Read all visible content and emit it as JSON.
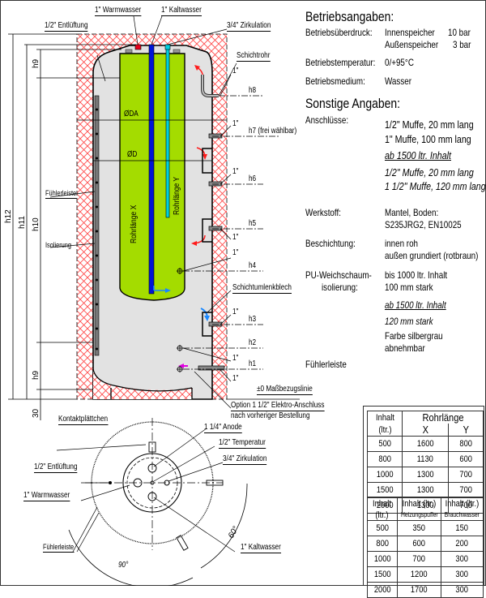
{
  "colors": {
    "inner_tank": "#a4dc00",
    "shell": "#e2e2e2",
    "insulation_hatch": "#ff4b4b",
    "cold_pipe": "#0015d8",
    "circulation_pipe": "#00d0e0",
    "warm_marker": "#e8001c",
    "flow_arrow_red": "#ff1a1a",
    "flow_arrow_blue": "#1a88ff",
    "flow_arrow_magenta": "#e000e0"
  },
  "drawing": {
    "top_labels": {
      "warmwasser": "1\" Warmwasser",
      "kaltwasser": "1\" Kaltwasser",
      "entlueftung": "1/2\" Entlüftung",
      "zirkulation": "3/4\" Zirkulation",
      "schichtrohr": "Schichtrohr"
    },
    "side_labels": {
      "h8": "h8",
      "h7": "h7 (frei wählbar)",
      "h6": "h6",
      "h5": "h5",
      "h4": "h4",
      "schichtumlenkblech": "Schichtumlenkblech",
      "h3": "h3",
      "h2": "h2",
      "h1": "h1",
      "zero_line": "±0 Maßbezugslinie",
      "option_line1": "Option 1 1/2\" Elektro-Anschluss",
      "option_line2": "nach vorheriger Bestellung",
      "one_inch": "1\""
    },
    "inner_labels": {
      "da": "ØDA",
      "d": "ØD",
      "rohr_x": "Rohrlänge X",
      "rohr_y": "Rohrlänge Y",
      "fuehlerleiste": "Fühlerleiste",
      "isolierung": "Isolierung"
    },
    "dimensions": {
      "h12": "h12",
      "h11": "h11",
      "h10": "h10",
      "h9_top": "h9",
      "h9_bottom": "h9",
      "thirty": "30"
    },
    "top_view_labels": {
      "kontakt": "Kontaktplättchen",
      "anode": "1 1/4\" Anode",
      "temperatur": "1/2\" Temperatur",
      "zirkulation": "3/4\" Zirkulation",
      "entlueftung": "1/2\" Entlüftung",
      "warmwasser": "1\" Warmwasser",
      "fuehlerleiste": "Fühlerleiste",
      "kaltwasser": "1\" Kaltwasser",
      "angle_90": "90°",
      "angle_60": "60°"
    }
  },
  "specs": {
    "betrieb_title": "Betriebsangaben:",
    "ueberdruck_label": "Betriebsüberdruck:",
    "innen_label": "Innenspeicher",
    "innen_value": "10 bar",
    "aussen_label": "Außenspeicher",
    "aussen_value": "3 bar",
    "temp_label": "Betriebstemperatur:",
    "temp_value": "0/+95°C",
    "medium_label": "Betriebsmedium:",
    "medium_value": "Wasser",
    "sonstige_title": "Sonstige Angaben:",
    "anschluesse_label": "Anschlüsse:",
    "anschluesse_1": "1/2\" Muffe, 20 mm lang",
    "anschluesse_2": "1\" Muffe, 100 mm lang",
    "anschluesse_ab": "ab 1500 ltr. Inhalt",
    "anschluesse_3": "1/2\" Muffe, 20 mm lang",
    "anschluesse_4": "1 1/2\" Muffe, 120 mm lang",
    "werkstoff_label": "Werkstoff:",
    "werkstoff_1": "Mantel, Boden:",
    "werkstoff_2": "S235JRG2, EN10025",
    "beschichtung_label": "Beschichtung:",
    "beschichtung_1": "innen roh",
    "beschichtung_2": "außen grundiert (rotbraun)",
    "pu_label_1": "PU-Weichschaum-",
    "pu_label_2": "isolierung:",
    "pu_1": "bis 1000 ltr. Inhalt",
    "pu_2": "100 mm stark",
    "pu_ab": "ab 1500 ltr. Inhalt",
    "pu_3": "120 mm stark",
    "pu_4": "Farbe silbergrau",
    "pu_5": "abnehmbar",
    "fuehlerleiste": "Fühlerleiste"
  },
  "table1": {
    "h_inhalt": "Inhalt",
    "h_ltr": "(ltr.)",
    "h_rohr": "Rohrlänge",
    "h_x": "X",
    "h_y": "Y",
    "rows": [
      [
        "500",
        "1600",
        "800"
      ],
      [
        "800",
        "1130",
        "600"
      ],
      [
        "1000",
        "1300",
        "700"
      ],
      [
        "1500",
        "1300",
        "700"
      ],
      [
        "2000",
        "1300",
        "700"
      ]
    ]
  },
  "table2": {
    "h_inhalt": "Inhalt",
    "h_ltr": "(ltr.)",
    "h_heiz_1": "Inhalt (ltr.)",
    "h_heiz_2": "Heizungspuffer",
    "h_brauch_1": "Inhalt (ltr.)",
    "h_brauch_2": "Brauchwasser",
    "rows": [
      [
        "500",
        "350",
        "150"
      ],
      [
        "800",
        "600",
        "200"
      ],
      [
        "1000",
        "700",
        "300"
      ],
      [
        "1500",
        "1200",
        "300"
      ],
      [
        "2000",
        "1700",
        "300"
      ]
    ]
  }
}
